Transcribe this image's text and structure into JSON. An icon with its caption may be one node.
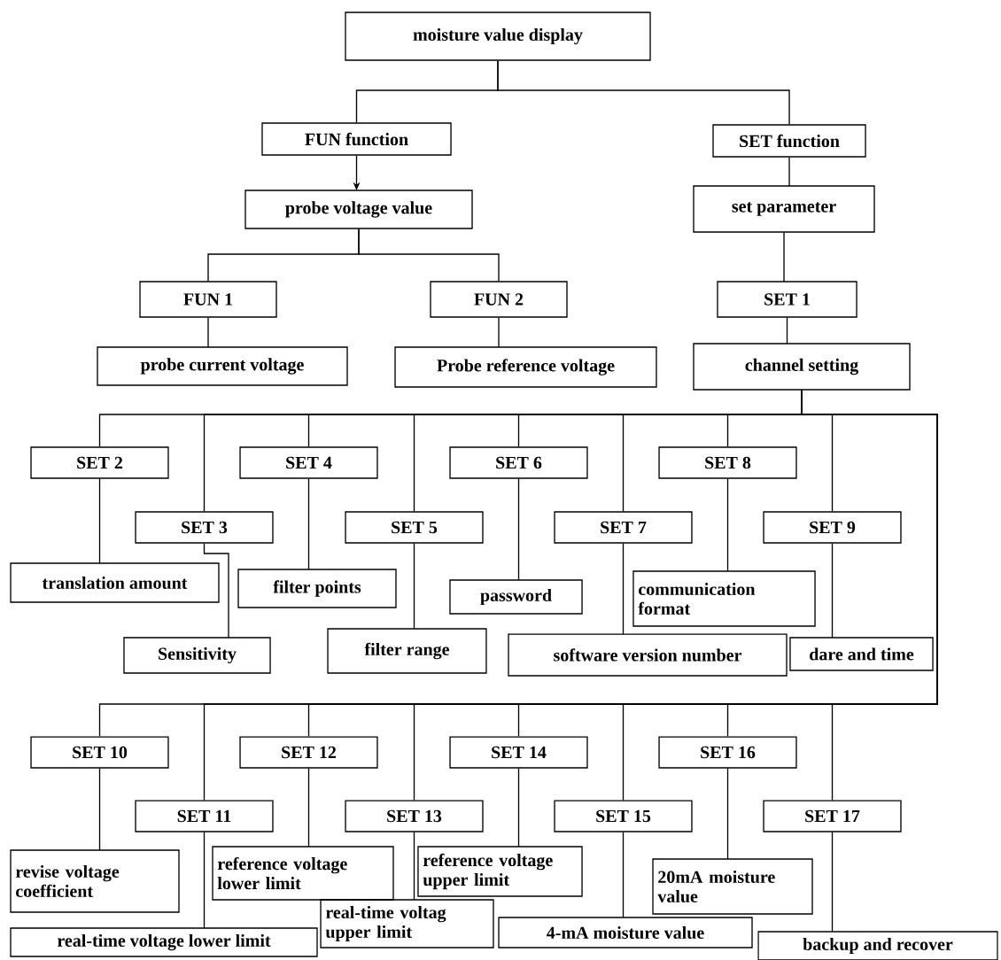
{
  "diagram": {
    "nodes": [
      {
        "text": [
          "moisture value display"
        ]
      },
      {
        "text": [
          "FUN function"
        ]
      },
      {
        "text": [
          "SET function"
        ]
      },
      {
        "text": [
          "probe voltage value"
        ]
      },
      {
        "text": [
          "set parameter"
        ]
      },
      {
        "text": [
          "FUN 1"
        ]
      },
      {
        "text": [
          "FUN 2"
        ]
      },
      {
        "text": [
          "SET 1"
        ]
      },
      {
        "text": [
          "probe current voltage"
        ]
      },
      {
        "text": [
          "Probe reference voltage"
        ]
      },
      {
        "text": [
          "channel setting"
        ]
      },
      {
        "text": [
          "SET 2"
        ]
      },
      {
        "text": [
          "SET 3"
        ]
      },
      {
        "text": [
          "SET 4"
        ]
      },
      {
        "text": [
          "SET 5"
        ]
      },
      {
        "text": [
          "SET 6"
        ]
      },
      {
        "text": [
          "SET 7"
        ]
      },
      {
        "text": [
          "SET 8"
        ]
      },
      {
        "text": [
          "SET 9"
        ]
      },
      {
        "text": [
          "translation amount"
        ]
      },
      {
        "text": [
          "filter points"
        ]
      },
      {
        "text": [
          "password"
        ]
      },
      {
        "text": [
          "communication format"
        ]
      },
      {
        "text": [
          "Sensitivity"
        ]
      },
      {
        "text": [
          "filter range"
        ]
      },
      {
        "text": [
          "software version number"
        ]
      },
      {
        "text": [
          "dare and time"
        ]
      },
      {
        "text": [
          "SET 10"
        ]
      },
      {
        "text": [
          "SET 11"
        ]
      },
      {
        "text": [
          "SET 12"
        ]
      },
      {
        "text": [
          "SET 13"
        ]
      },
      {
        "text": [
          "SET 14"
        ]
      },
      {
        "text": [
          "SET 15"
        ]
      },
      {
        "text": [
          "SET 16"
        ]
      },
      {
        "text": [
          "SET 17"
        ]
      },
      {
        "text": [
          "revise voltage coefficient"
        ]
      },
      {
        "text": [
          "reference voltage lower limit"
        ]
      },
      {
        "text": [
          "reference voltage upper limit"
        ]
      },
      {
        "text": [
          "real-time voltage lower limit"
        ]
      },
      {
        "text": [
          "real-time voltag upper limit"
        ]
      },
      {
        "text": [
          "4-mA moisture value"
        ]
      },
      {
        "text": [
          "20mA moisture value"
        ]
      },
      {
        "text": [
          "backup and recover"
        ]
      }
    ],
    "edges": [
      {
        "from": 0,
        "to": 1,
        "arrow": "none"
      },
      {
        "from": 0,
        "to": 2,
        "arrow": "none"
      },
      {
        "from": 1,
        "to": 3,
        "arrow": "to"
      },
      {
        "from": 2,
        "to": 4,
        "arrow": "none"
      },
      {
        "from": 3,
        "to": 5,
        "arrow": "none"
      },
      {
        "from": 3,
        "to": 6,
        "arrow": "none"
      },
      {
        "from": 4,
        "to": 7,
        "arrow": "none"
      },
      {
        "from": 5,
        "to": 8,
        "arrow": "none"
      },
      {
        "from": 6,
        "to": 9,
        "arrow": "none"
      },
      {
        "from": 7,
        "to": 10,
        "arrow": "none"
      },
      {
        "from": 10,
        "to": 11,
        "arrow": "none"
      },
      {
        "from": 10,
        "to": 12,
        "arrow": "none"
      },
      {
        "from": 10,
        "to": 13,
        "arrow": "none"
      },
      {
        "from": 10,
        "to": 14,
        "arrow": "none"
      },
      {
        "from": 10,
        "to": 15,
        "arrow": "none"
      },
      {
        "from": 10,
        "to": 16,
        "arrow": "none"
      },
      {
        "from": 10,
        "to": 17,
        "arrow": "none"
      },
      {
        "from": 10,
        "to": 18,
        "arrow": "none"
      },
      {
        "from": 11,
        "to": 19,
        "arrow": "none"
      },
      {
        "from": 12,
        "to": 23,
        "arrow": "none"
      },
      {
        "from": 13,
        "to": 20,
        "arrow": "none"
      },
      {
        "from": 14,
        "to": 24,
        "arrow": "none"
      },
      {
        "from": 15,
        "to": 21,
        "arrow": "none"
      },
      {
        "from": 16,
        "to": 25,
        "arrow": "none"
      },
      {
        "from": 17,
        "to": 22,
        "arrow": "none"
      },
      {
        "from": 18,
        "to": 26,
        "arrow": "none"
      },
      {
        "from": 10,
        "to": 27,
        "arrow": "none"
      },
      {
        "from": 10,
        "to": 28,
        "arrow": "none"
      },
      {
        "from": 10,
        "to": 29,
        "arrow": "none"
      },
      {
        "from": 10,
        "to": 30,
        "arrow": "none"
      },
      {
        "from": 10,
        "to": 31,
        "arrow": "none"
      },
      {
        "from": 10,
        "to": 32,
        "arrow": "none"
      },
      {
        "from": 10,
        "to": 33,
        "arrow": "none"
      },
      {
        "from": 10,
        "to": 34,
        "arrow": "none"
      },
      {
        "from": 27,
        "to": 35,
        "arrow": "none"
      },
      {
        "from": 28,
        "to": 38,
        "arrow": "none"
      },
      {
        "from": 29,
        "to": 36,
        "arrow": "none"
      },
      {
        "from": 30,
        "to": 39,
        "arrow": "none"
      },
      {
        "from": 31,
        "to": 37,
        "arrow": "none"
      },
      {
        "from": 32,
        "to": 40,
        "arrow": "none"
      },
      {
        "from": 33,
        "to": 41,
        "arrow": "none"
      },
      {
        "from": 34,
        "to": 42,
        "arrow": "none"
      }
    ]
  }
}
